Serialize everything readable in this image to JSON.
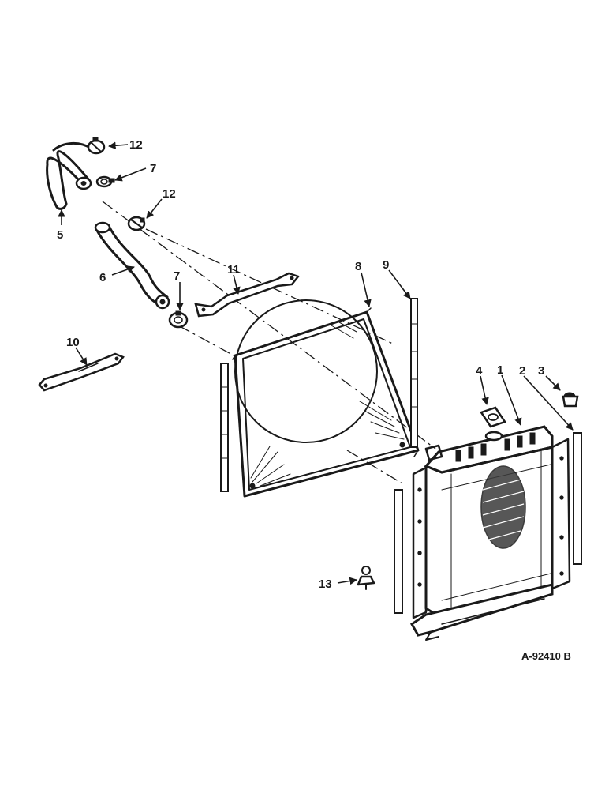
{
  "drawing_number": "A-92410 B",
  "callouts": {
    "c1": "1",
    "c2": "2",
    "c3": "3",
    "c4": "4",
    "c5": "5",
    "c6": "6",
    "c7a": "7",
    "c7b": "7",
    "c8": "8",
    "c9": "9",
    "c10": "10",
    "c11": "11",
    "c12a": "12",
    "c12b": "12",
    "c13": "13"
  }
}
